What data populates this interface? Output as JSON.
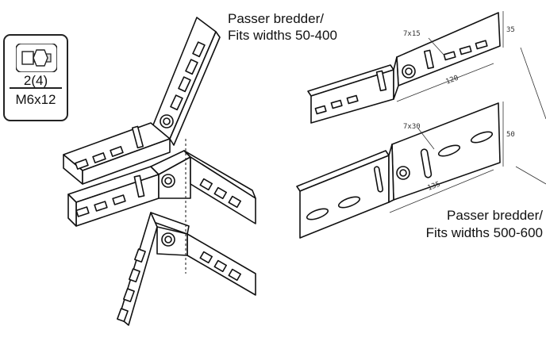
{
  "hardware": {
    "quantity": "2(4)",
    "bolt_size": "M6x12",
    "icon": "bolt-nut-icon"
  },
  "labels": {
    "narrow_line1": "Passer bredder/",
    "narrow_line2": "Fits widths 50-400",
    "wide_line1": "Passer bredder/",
    "wide_line2": "Fits widths 500-600"
  },
  "dimensions": {
    "narrow_slot": "7x15",
    "narrow_height": "35",
    "narrow_length": "120",
    "wide_slot": "7x30",
    "wide_height": "50",
    "wide_length": "135"
  }
}
